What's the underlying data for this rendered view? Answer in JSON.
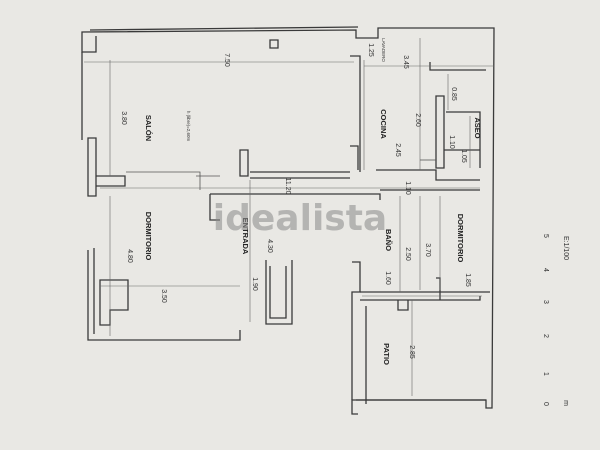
{
  "rooms": {
    "salon": "SALÓN",
    "salon_note": "h (libre)=2,60m",
    "dormitorio_1": "DORMITORIO",
    "entrada": "ENTRADA",
    "cocina": "COCINA",
    "lavadero": "LAVADERO",
    "aseo": "ASEO",
    "bano": "BAÑO",
    "dormitorio_2": "DORMITORIO",
    "patio": "PATIO"
  },
  "dimensions": {
    "d_7_50": "7.50",
    "d_3_80": "3.80",
    "d_1_25": "1.25",
    "d_3_45": "3.45",
    "d_0_85": "0.85",
    "d_2_45": "2.45",
    "d_2_60": "2.60",
    "d_1_10a": "1.10",
    "d_1_05": "1.05",
    "d_11_20": "11.20",
    "d_1_10b": "1.10",
    "d_4_80": "4.80",
    "d_4_30": "4.30",
    "d_3_70": "3.70",
    "d_2_50": "2.50",
    "d_3_50": "3.50",
    "d_1_90": "1.90",
    "d_1_60": "1.60",
    "d_1_85": "1.85",
    "d_2_85": "2.85"
  },
  "scale": {
    "ticks": [
      "0",
      "1",
      "2",
      "3",
      "4",
      "5"
    ],
    "unit": "m",
    "ratio": "E:1/100"
  },
  "watermark": "idealista",
  "colors": {
    "paper": "#e9e8e4",
    "ink": "#3a3a3a"
  }
}
